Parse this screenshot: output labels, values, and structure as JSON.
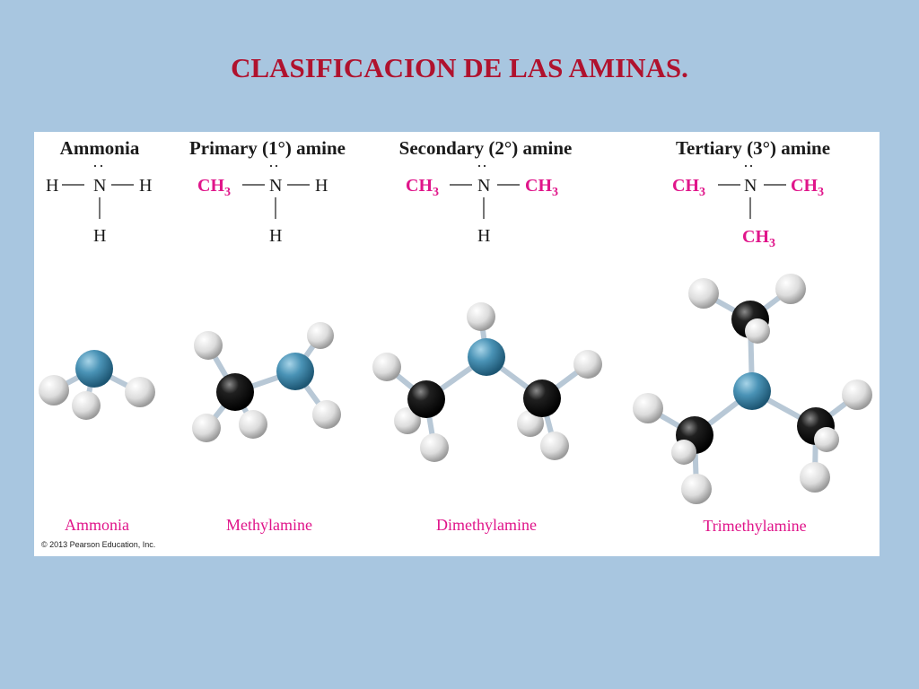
{
  "slide": {
    "title": "CLASIFICACION DE LAS AMINAS."
  },
  "colors": {
    "title": "#b0122e",
    "substituent": "#e0158a",
    "text": "#1a1a1a",
    "nitrogen": "#3f8db0",
    "carbon": "#141414",
    "hydrogen": "#dcdcdc",
    "bond": "#b8c8d6"
  },
  "atom_symbols": {
    "h": "H",
    "n": "N",
    "ch3": "CH",
    "ch3_subscript": "3"
  },
  "columns": [
    {
      "heading": "Ammonia",
      "name": "Ammonia"
    },
    {
      "heading": "Primary (1°) amine",
      "name": "Methylamine"
    },
    {
      "heading": "Secondary (2°) amine",
      "name": "Dimethylamine"
    },
    {
      "heading": "Tertiary (3°) amine",
      "name": "Trimethylamine"
    }
  ],
  "copyright": "© 2013 Pearson Education, Inc."
}
